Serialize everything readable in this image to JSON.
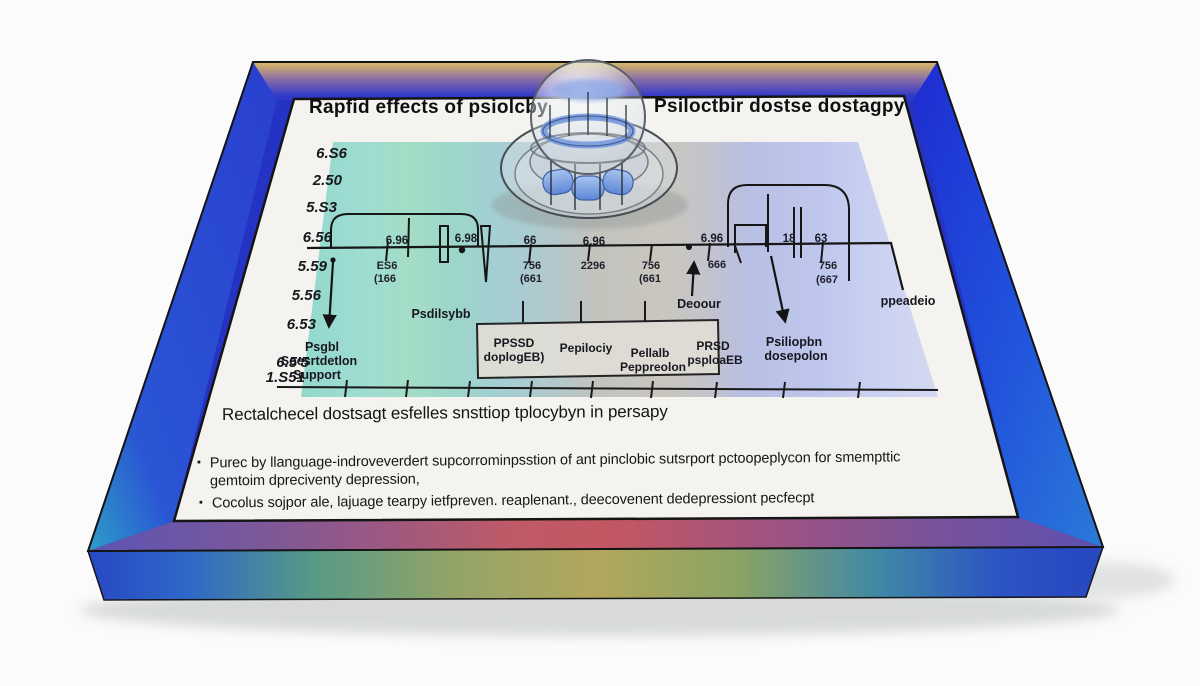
{
  "panel": {
    "title_left": "Rapfid effects of psiolcby",
    "title_right": "Psiloctbir dostse dostagpy",
    "footer_heading": "Rectalchecel dostsagt esfelles snsttiop tplocybyn in persapy",
    "bullets": [
      {
        "marker": "▪",
        "lines": [
          "Purec by llanguage-indroveverdert supcorrominpsstion of ant pinclobic sutsrport pctoopeplycon for smempttic",
          "gemtoim dpreciventy depression,"
        ]
      },
      {
        "marker": "▪",
        "lines": [
          "Cocolus sojpor ale, lajuage tearpy ietfpreven. reaplenant., deecovenent dedepressiont pecfecpt"
        ]
      }
    ]
  },
  "chart_data": {
    "type": "timeline",
    "title": "Rapfid effects of psiolcby",
    "subtitle": "Psiloctbir dostse dostagpy",
    "grid": false,
    "legend_position": "none",
    "y_axis_labels": [
      "6.S6",
      "2.50",
      "5.S3",
      "6.56",
      "5.59",
      "5.56",
      "6.53",
      "6.5'5",
      "1.S51"
    ],
    "above_line_values": [
      "6.96",
      "6.98",
      "66",
      "6.96",
      "6.96",
      "18",
      "63"
    ],
    "tick_labels": [
      {
        "value": "ES6",
        "sub": "(166"
      },
      {
        "value": "756",
        "sub": "(661"
      },
      {
        "value": "2296",
        "sub": ""
      },
      {
        "value": "756",
        "sub": "(661"
      },
      {
        "value": "666",
        "sub": ""
      },
      {
        "value": "756",
        "sub": "(667"
      }
    ],
    "annotations": {
      "session_support": [
        "Psgbl",
        "Soesrtdetlon",
        "Support"
      ],
      "psilocybin": "Psdilsybb",
      "detour": "Deoour",
      "placebo": "ppeadeio",
      "dose_reduction": [
        "Psiliopbn",
        "dosepolon"
      ],
      "treatment_box": [
        [
          "PPSSD",
          "doplogEB)"
        ],
        [
          "Pepilociy"
        ],
        [
          "Pellalb",
          "Peppreolon"
        ],
        [
          "PRSD",
          "psploaEB"
        ]
      ]
    }
  },
  "colors": {
    "slab_edge_blue": "#2440d0",
    "band_gold": "#d9b95f",
    "band_red": "#bf5a66",
    "chart_teal": "#93d8cd",
    "chart_lavender": "#bfc7ee",
    "pill_blue": "#7aa2e8",
    "highlight_value": "#a0a8e8"
  }
}
